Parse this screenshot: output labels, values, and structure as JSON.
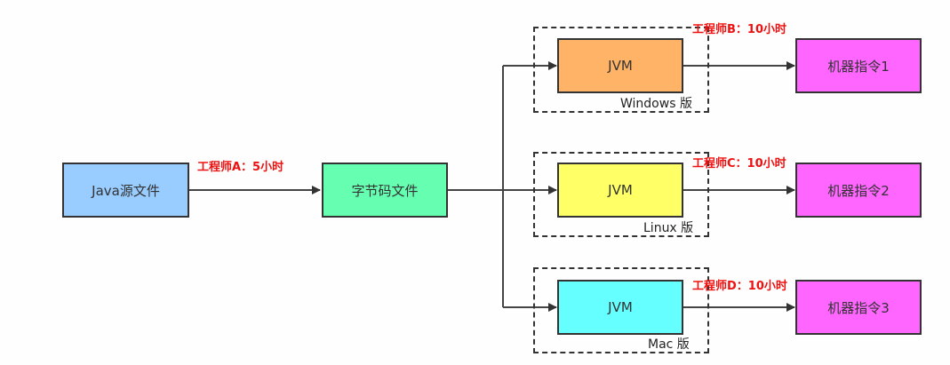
{
  "diagram": {
    "source_file": {
      "label": "Java源文件",
      "color": "#99ccff"
    },
    "bytecode_file": {
      "label": "字节码文件",
      "color": "#66ffb2"
    },
    "engineer_a": "工程师A：5小时",
    "platforms": [
      {
        "jvm_label": "JVM",
        "jvm_color": "#ffb366",
        "platform_label": "Windows 版",
        "engineer": "工程师B：10小时",
        "instruction": "机器指令1"
      },
      {
        "jvm_label": "JVM",
        "jvm_color": "#ffff66",
        "platform_label": "Linux 版",
        "engineer": "工程师C：10小时",
        "instruction": "机器指令2"
      },
      {
        "jvm_label": "JVM",
        "jvm_color": "#66ffff",
        "platform_label": "Mac 版",
        "engineer": "工程师D：10小时",
        "instruction": "机器指令3"
      }
    ],
    "instruction_color": "#ff66ff"
  }
}
